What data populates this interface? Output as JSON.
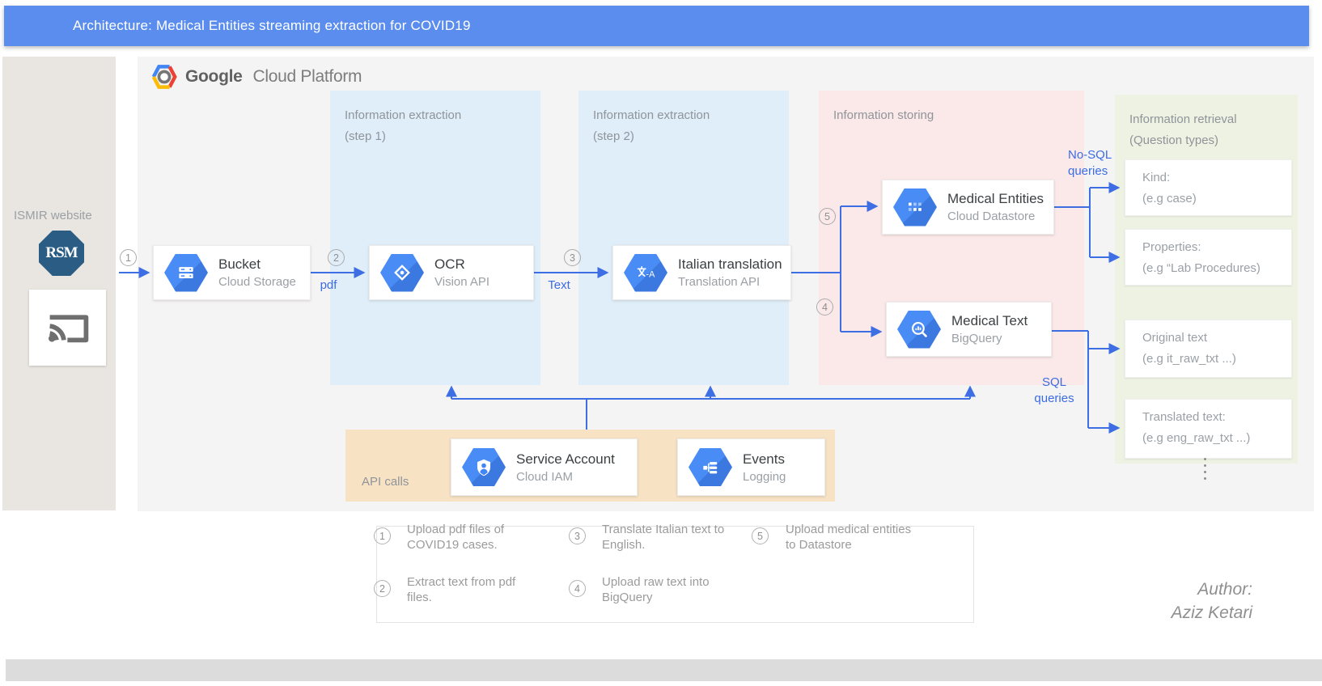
{
  "banner": {
    "title": "Architecture: Medical Entities streaming extraction for COVID19"
  },
  "sidebar": {
    "title": "ISMIR website",
    "monogram": "RSM"
  },
  "gcp": {
    "word1": "Google",
    "word2": "Cloud Platform"
  },
  "panels": {
    "step1": {
      "line1": "Information extraction",
      "line2": "(step 1)"
    },
    "step2": {
      "line1": "Information extraction",
      "line2": "(step 2)"
    },
    "storing": {
      "line1": "Information storing"
    },
    "retrieval": {
      "line1": "Information retrieval",
      "line2": "(Question  types)"
    },
    "api": {
      "label": "API calls"
    }
  },
  "nodes": {
    "bucket": {
      "title": "Bucket",
      "subtitle": "Cloud Storage"
    },
    "ocr": {
      "title": "OCR",
      "subtitle": "Vision API"
    },
    "translation": {
      "title": "Italian translation",
      "subtitle": "Translation API",
      "icon_text": "-A"
    },
    "entities": {
      "title": "Medical Entities",
      "subtitle": "Cloud Datastore"
    },
    "medtext": {
      "title": "Medical Text",
      "subtitle": "BigQuery"
    },
    "iam": {
      "title": "Service Account",
      "subtitle": "Cloud IAM"
    },
    "logging": {
      "title": "Events",
      "subtitle": "Logging"
    }
  },
  "flow_labels": {
    "n1": "1",
    "n2": "2",
    "n3": "3",
    "n4": "4",
    "n5": "5",
    "pdf": "pdf",
    "text_label": "Text",
    "nosql1": "No-SQL",
    "nosql2": "queries",
    "sql1": "SQL",
    "sql2": "queries"
  },
  "outputs": {
    "kind": {
      "l1": "Kind:",
      "l2": "(e.g case)"
    },
    "properties": {
      "l1": "Properties:",
      "l2": "(e.g “Lab Procedures)"
    },
    "original": {
      "l1": "Original text",
      "l2": "(e.g it_raw_txt ...)"
    },
    "translated": {
      "l1": "Translated text:",
      "l2": "(e.g eng_raw_txt ...)"
    }
  },
  "legend": {
    "items": [
      {
        "num": "1",
        "text": "Upload pdf files of COVID19 cases."
      },
      {
        "num": "2",
        "text": "Extract text from pdf files."
      },
      {
        "num": "3",
        "text": "Translate Italian text to English."
      },
      {
        "num": "4",
        "text": "Upload raw text into BigQuery"
      },
      {
        "num": "5",
        "text": "Upload medical entities to Datastore"
      }
    ]
  },
  "author": {
    "line1": "Author:",
    "line2": "Aziz Ketari"
  },
  "colors": {
    "banner": "#5b8dee",
    "arrow": "#3d6ee3",
    "label_blue": "#3b6ce4",
    "panel_blue": "#e0eef9",
    "panel_pink": "#fbe9e9",
    "panel_green": "#eef2e2",
    "panel_tan": "#f7e2c4",
    "hexagon": "#4285f4",
    "sidebar_bg": "#e9e5e0",
    "main_bg": "#f5f4f4",
    "bottom_bar": "#dcdcdc",
    "ismir_navy": "#2a5c84"
  }
}
